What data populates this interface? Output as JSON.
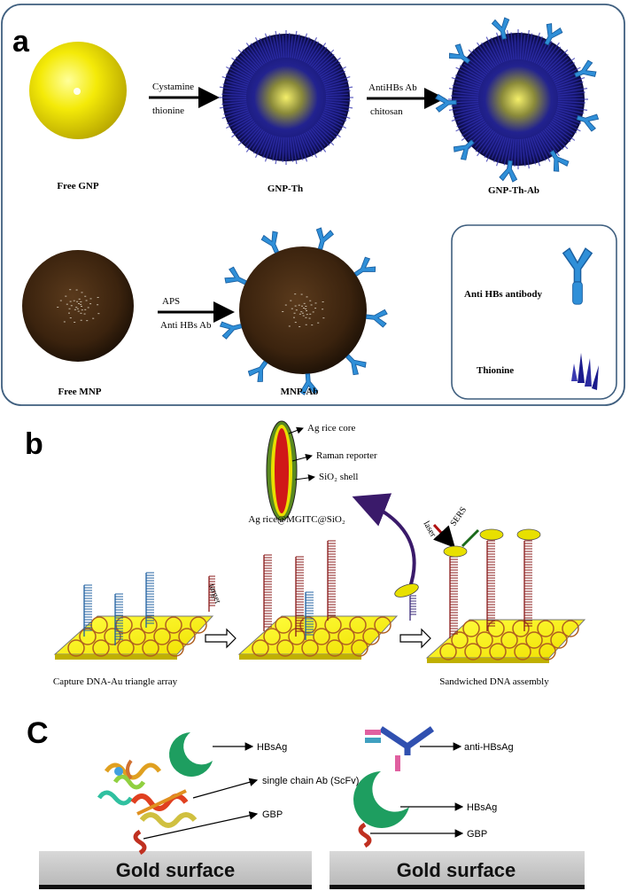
{
  "panel_a": {
    "letter": "a",
    "free_gnp": "Free  GNP",
    "gnp_th": "GNP-Th",
    "gnp_th_ab": "GNP-Th-Ab",
    "free_mnp": "Free  MNP",
    "mnp_ab": "MNP-Ab",
    "arrow1_top": "Cystamine",
    "arrow1_bottom": "thionine",
    "arrow2_top": "AntiHBs Ab",
    "arrow2_bottom": "chitosan",
    "arrow3_top": "APS",
    "arrow3_bottom": "Anti HBs Ab",
    "legend_antibody": "Anti HBs antibody",
    "legend_thionine": "Thionine",
    "colors": {
      "gold": "#f2e600",
      "nano": "#1a1a8c",
      "magnetic": "#3d2410",
      "antibody": "#2f8fd8"
    }
  },
  "panel_b": {
    "letter": "b",
    "core": "Ag rice core",
    "reporter": "Raman reporter",
    "shell": "SiO₂ shell",
    "particle_name": "Ag rice@MGITC@SiO₂",
    "laser": "laser",
    "sers": "SERS",
    "target": "target",
    "caption_left": "Capture DNA-Au triangle array",
    "caption_right": "Sandwiched DNA assembly"
  },
  "panel_c": {
    "letter": "C",
    "hbsag_left": "HBsAg",
    "scfv": "single chain Ab (ScFv)",
    "gbp_left": "GBP",
    "anti_hbsag": "anti-HBsAg",
    "hbsag_right": "HBsAg",
    "gbp_right": "GBP",
    "surface_left": "Gold surface",
    "surface_right": "Gold surface"
  }
}
